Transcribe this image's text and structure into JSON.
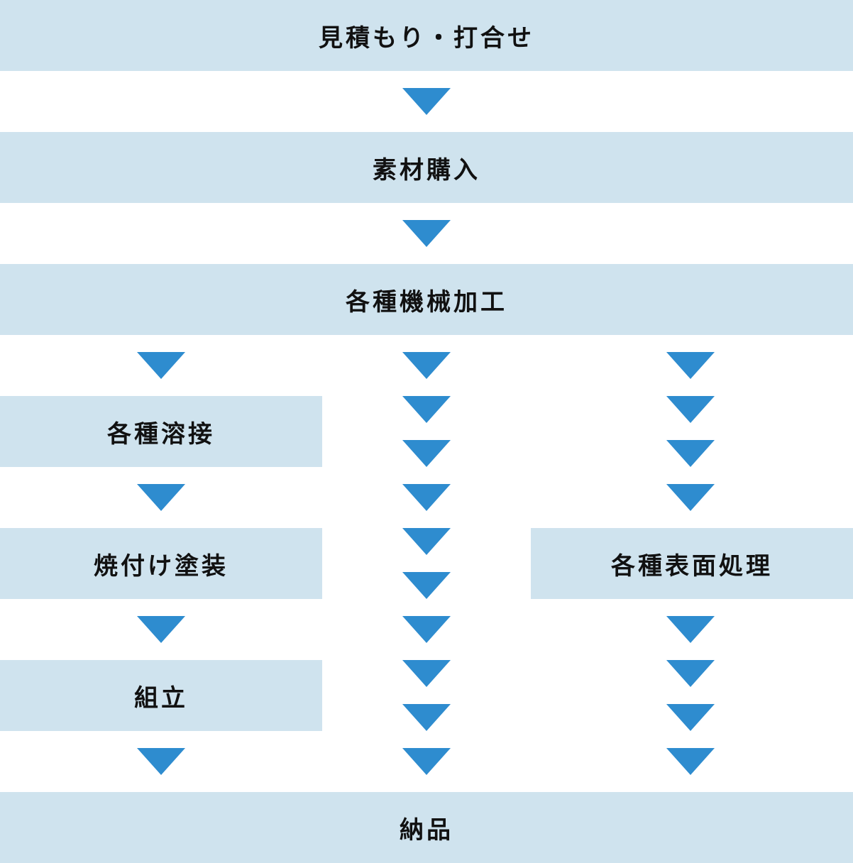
{
  "steps": {
    "estimate": "見積もり・打合せ",
    "material": "素材購入",
    "machining": "各種機械加工",
    "welding": "各種溶接",
    "painting": "焼付け塗装",
    "surface": "各種表面処理",
    "assembly": "組立",
    "delivery": "納品"
  },
  "colors": {
    "box_background": "#cfe3ee",
    "arrow": "#2e8ccf",
    "text": "#111111"
  }
}
